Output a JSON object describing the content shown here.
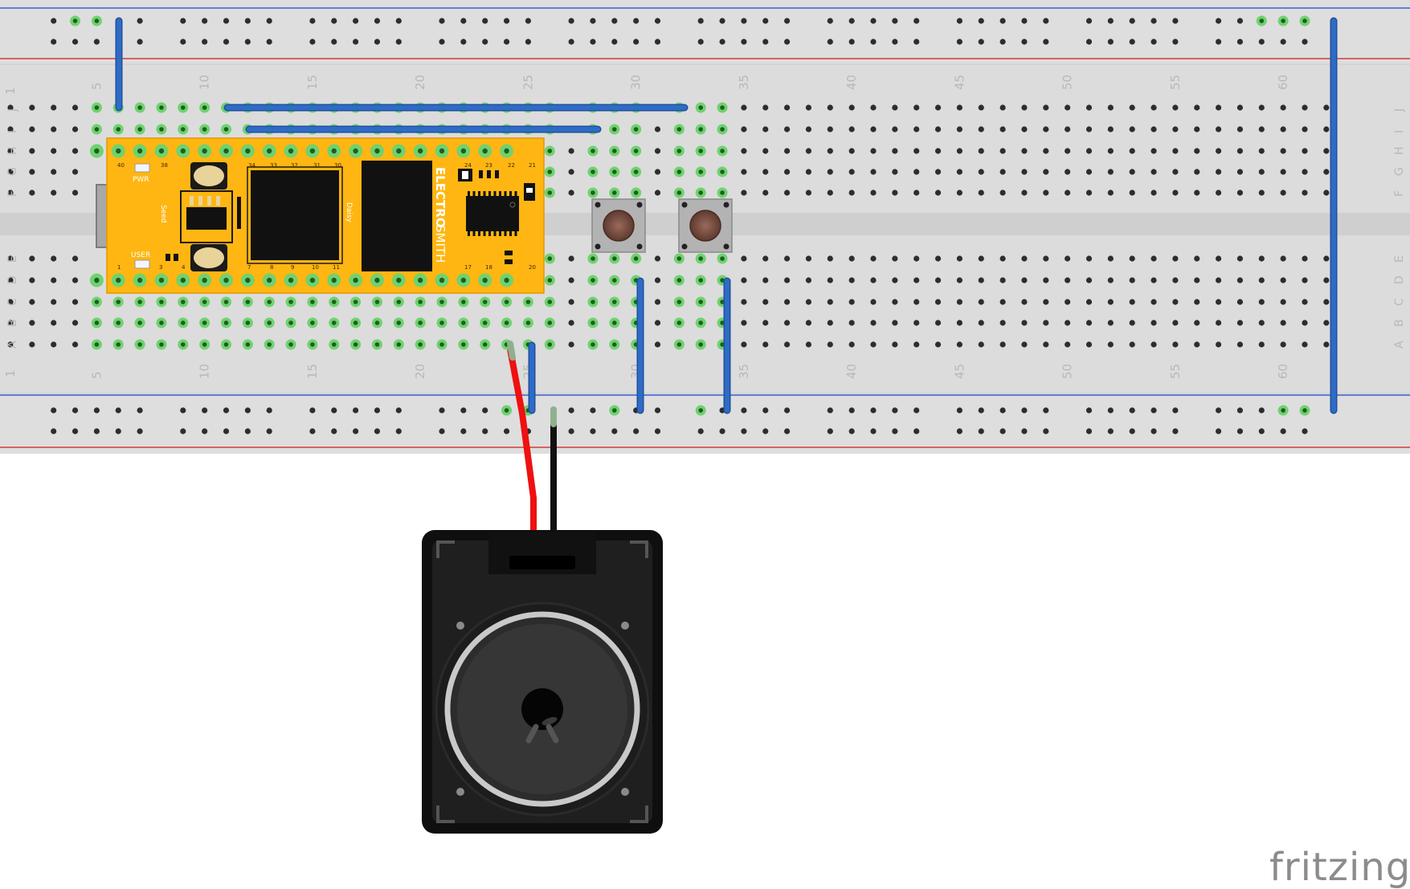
{
  "breadboard": {
    "column_numbers": [
      "1",
      "5",
      "10",
      "15",
      "20",
      "25",
      "30",
      "35",
      "40",
      "45",
      "50",
      "55",
      "60"
    ],
    "top_rows": [
      "J",
      "I",
      "H",
      "G",
      "F"
    ],
    "bottom_rows": [
      "E",
      "D",
      "C",
      "B",
      "A"
    ]
  },
  "module": {
    "brand_bold": "ELECTRO",
    "brand_light": "SMITH",
    "name": "Daisy",
    "series": "Seed",
    "led_power": "PWR",
    "led_user": "USER",
    "pin_labels_top": [
      "40",
      "38",
      "34",
      "33",
      "32",
      "31",
      "30",
      "24",
      "23",
      "22",
      "21"
    ],
    "pin_labels_bottom": [
      "1",
      "3",
      "4",
      "7",
      "8",
      "9",
      "10",
      "11",
      "17",
      "18",
      "20"
    ]
  },
  "colors": {
    "board": "#dcdcdc",
    "rail_blue": "#3a5bd6",
    "rail_red": "#d63a3a",
    "wire_blue": "#2e6cc4",
    "wire_red": "#ee1111",
    "wire_black": "#111111",
    "module_yellow": "#ffb612",
    "hole_green": "#6fd26f"
  },
  "watermark": {
    "text": "fritzing"
  }
}
